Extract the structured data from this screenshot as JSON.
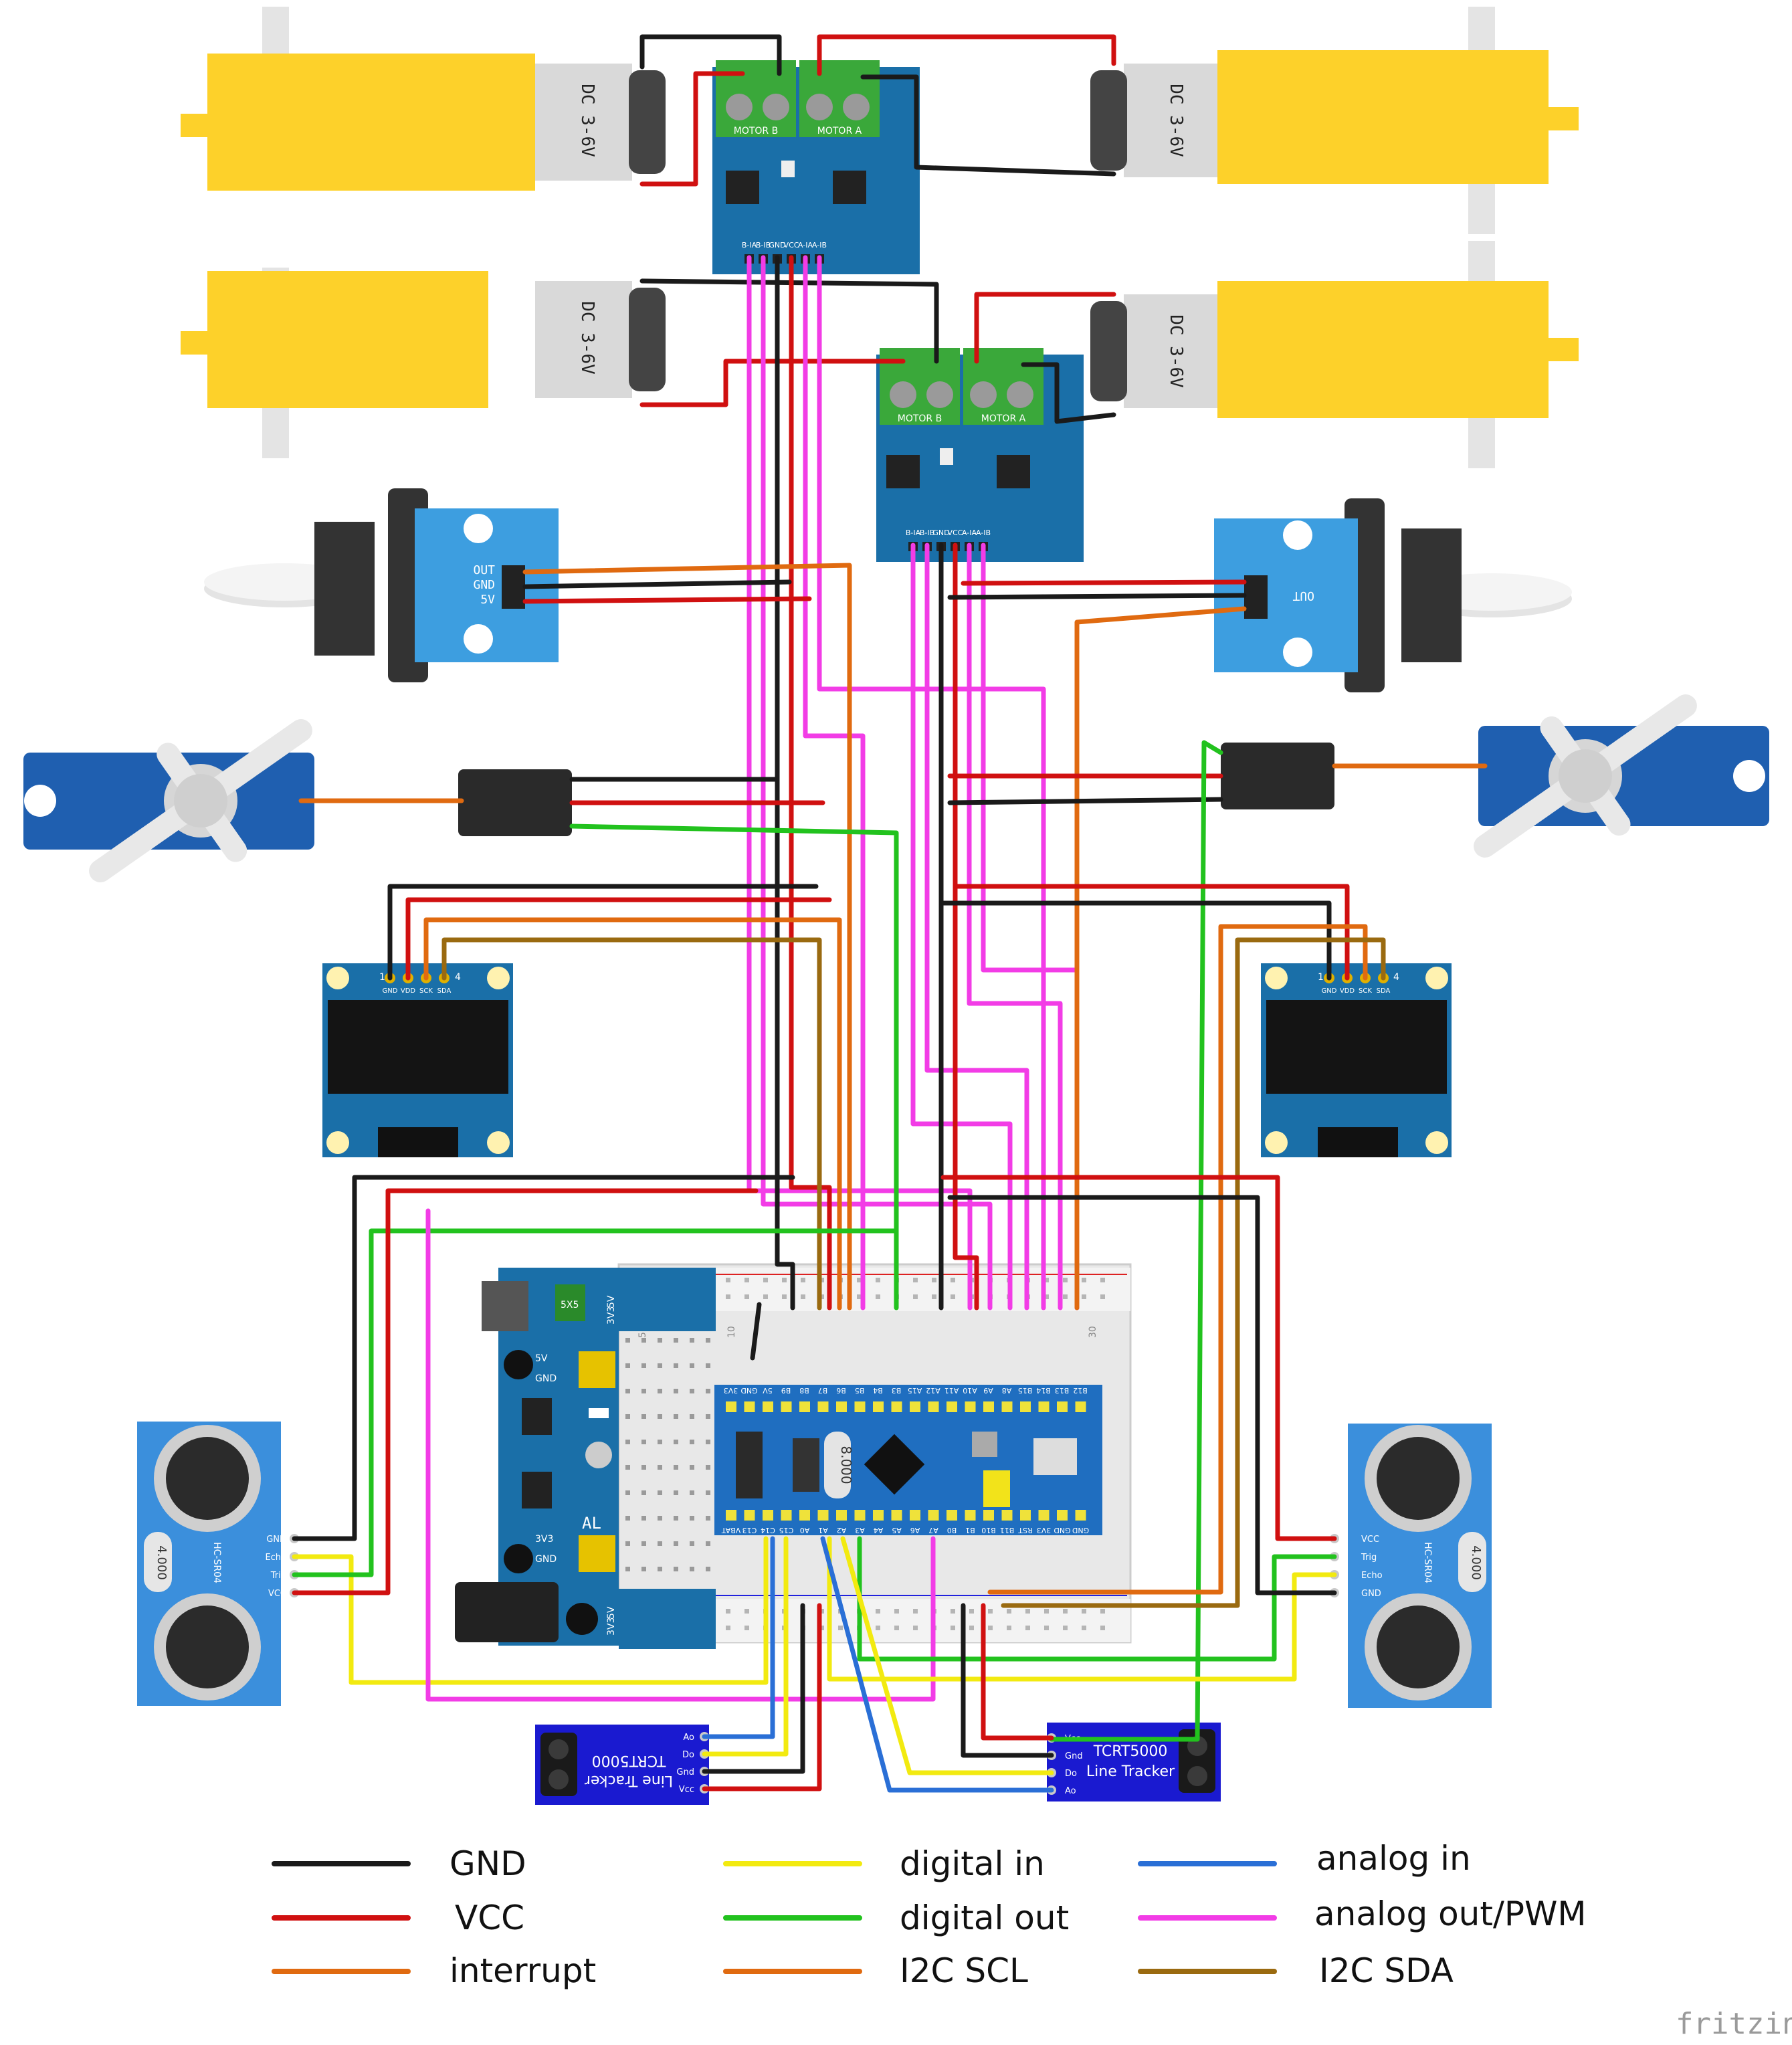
{
  "colors": {
    "gnd": "#1a1a1a",
    "vcc": "#d01010",
    "interrupt": "#e06a10",
    "digital_in": "#f2ea10",
    "digital_out": "#22c21e",
    "i2c_scl": "#e06a10",
    "analog_in": "#2a6fd6",
    "analog_out_pwm": "#f23ce6",
    "i2c_sda": "#9a6a10",
    "board_blue": "#1f6ec0",
    "pcb_blue": "#1a6fa8",
    "motor_yellow": "#fdd12a",
    "hbridge_green": "#3aa83a"
  },
  "motors": {
    "label": "DC 3-6V"
  },
  "hbridge": {
    "terminal_b": "MOTOR B",
    "terminal_a": "MOTOR A",
    "pins": [
      "B-IA",
      "B-IB",
      "GND",
      "VCC",
      "A-IA",
      "A-IB"
    ]
  },
  "opto": {
    "pins": [
      "OUT",
      "GND",
      "5V"
    ]
  },
  "oled": {
    "pins": [
      "GND",
      "VDD",
      "SCK",
      "SDA"
    ],
    "pin_first": "1",
    "pin_last": "4"
  },
  "ultrasonic": {
    "pins_left": [
      "GND",
      "Echo",
      "Trig",
      "VCC"
    ],
    "pins_right": [
      "VCC",
      "Trig",
      "Echo",
      "GND"
    ],
    "model": "HC-SR04",
    "crystal": "4.000"
  },
  "line_tracker": {
    "name": "TCRT5000",
    "sub": "Line Tracker",
    "pins_left": [
      "Ao",
      "Do",
      "Gnd",
      "Vcc"
    ],
    "pins_right": [
      "Vcc",
      "Gnd",
      "Do",
      "Ao"
    ]
  },
  "power_module": {
    "v5": "5V",
    "v33": "3V3",
    "gnd": "GND",
    "chip": "5X5",
    "logo": "AL"
  },
  "mcu": {
    "top_pins": [
      "B12",
      "B13",
      "B14",
      "B15",
      "A8",
      "A9",
      "A10",
      "A11",
      "A12",
      "A15",
      "B3",
      "B4",
      "B5",
      "B6",
      "B7",
      "B8",
      "B9",
      "5V",
      "GND",
      "3V3"
    ],
    "bottom_pins": [
      "VBAT",
      "C13",
      "C14",
      "C15",
      "A0",
      "A1",
      "A2",
      "A3",
      "A4",
      "A5",
      "A6",
      "A7",
      "B0",
      "B1",
      "B10",
      "B11",
      "RST",
      "3V3",
      "GND",
      "GND"
    ],
    "crystal": "8.000"
  },
  "breadboard": {
    "col_10": "10",
    "col_30": "30",
    "col_5": "5"
  },
  "legend": [
    {
      "label": "GND",
      "color": "#1a1a1a"
    },
    {
      "label": "VCC",
      "color": "#d01010"
    },
    {
      "label": "interrupt",
      "color": "#e06a10"
    },
    {
      "label": "digital in",
      "color": "#f2ea10"
    },
    {
      "label": "digital out",
      "color": "#22c21e"
    },
    {
      "label": "I2C SCL",
      "color": "#e06a10"
    },
    {
      "label": "analog in",
      "color": "#2a6fd6"
    },
    {
      "label": "analog out/PWM",
      "color": "#f23ce6"
    },
    {
      "label": "I2C SDA",
      "color": "#9a6a10"
    }
  ],
  "watermark": "fritzing"
}
